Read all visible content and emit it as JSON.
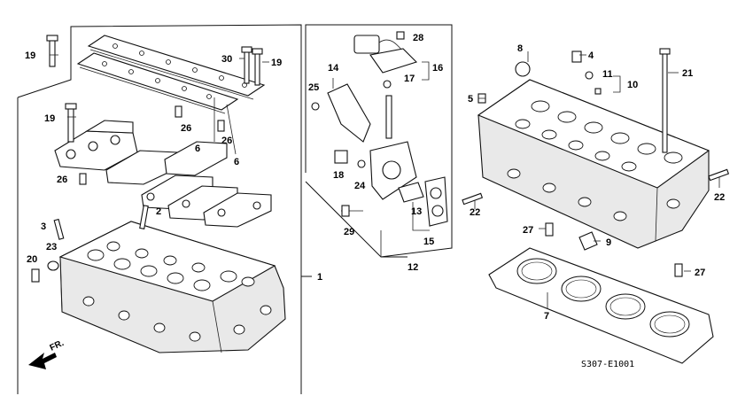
{
  "diagram_code": "S307-E1001",
  "direction_label": "FR.",
  "callouts": {
    "c1": "1",
    "c2": "2",
    "c3": "3",
    "c4": "4",
    "c5": "5",
    "c6a": "6",
    "c6b": "6",
    "c7": "7",
    "c8": "8",
    "c9": "9",
    "c10": "10",
    "c11": "11",
    "c12": "12",
    "c13": "13",
    "c14": "14",
    "c15": "15",
    "c16": "16",
    "c17": "17",
    "c18": "18",
    "c19a": "19",
    "c19b": "19",
    "c19c": "19",
    "c20": "20",
    "c21": "21",
    "c22a": "22",
    "c22b": "22",
    "c23": "23",
    "c24": "24",
    "c25": "25",
    "c26a": "26",
    "c26b": "26",
    "c26c": "26",
    "c27a": "27",
    "c27b": "27",
    "c28": "28",
    "c29": "29",
    "c30": "30"
  }
}
